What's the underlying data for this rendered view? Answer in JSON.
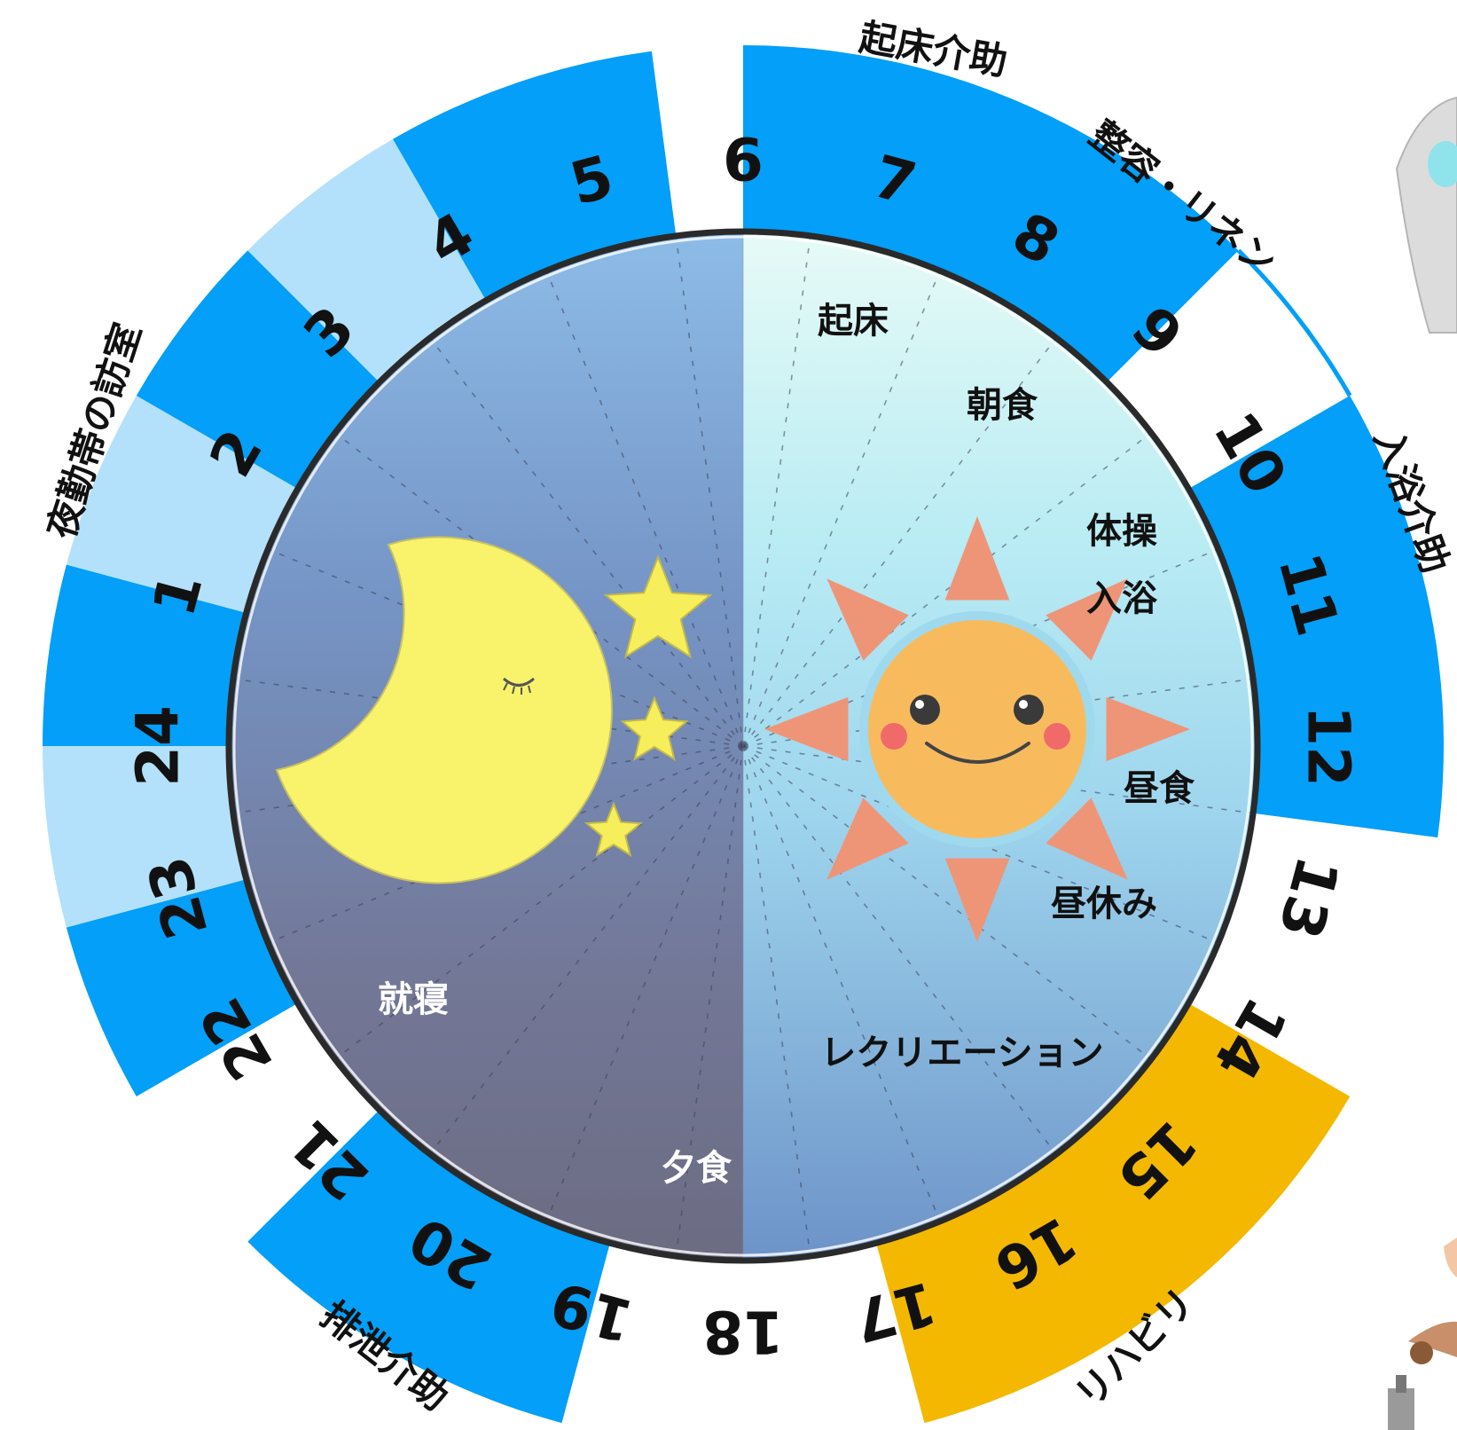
{
  "colors": {
    "ring_blue": "#039ff8",
    "ring_light": "#b3e1fb",
    "ring_orange": "#f4b800",
    "ring_white": "#ffffff",
    "night_top": "#8ebde9",
    "night_bottom": "#6b6b82",
    "day_top": "#e7fbf6",
    "day_mid": "#a9e2f0",
    "day_bottom": "#6b95c9",
    "moon": "#f9f36b",
    "star": "#f7ee5c",
    "sun_face": "#f7bb5e",
    "sun_ray": "#ee9577"
  },
  "hours": [
    "6",
    "7",
    "8",
    "9",
    "10",
    "11",
    "12",
    "13",
    "14",
    "15",
    "16",
    "17",
    "18",
    "19",
    "20",
    "21",
    "22",
    "23",
    "24",
    "1",
    "2",
    "3",
    "4",
    "5"
  ],
  "ring_segments": [
    {
      "from": 6,
      "to": 9,
      "color": "blue"
    },
    {
      "from": 9,
      "to": 10,
      "color": "white"
    },
    {
      "from": 10,
      "to": 12.5,
      "color": "blue"
    },
    {
      "from": 14,
      "to": 17,
      "color": "orange"
    },
    {
      "from": 19,
      "to": 21,
      "color": "blue"
    },
    {
      "from": 22,
      "to": 23,
      "color": "blue"
    },
    {
      "from": 23,
      "to": 24,
      "color": "light"
    },
    {
      "from": 24,
      "to": 1,
      "color": "blue"
    },
    {
      "from": 1,
      "to": 2,
      "color": "light"
    },
    {
      "from": 2,
      "to": 3,
      "color": "blue"
    },
    {
      "from": 3,
      "to": 4,
      "color": "light"
    },
    {
      "from": 4,
      "to": 5.5,
      "color": "blue"
    }
  ],
  "segment_labels": {
    "wake_assist": "起床介助",
    "grooming": "整容・リネン",
    "bath_assist": "入浴介助",
    "rehab": "リハビリ",
    "toilet_assist": "排泄介助",
    "night_rounds": "夜勤帯の訪室"
  },
  "activities": {
    "wake": "起床",
    "breakfast": "朝食",
    "exercise": "体操",
    "bath": "入浴",
    "lunch": "昼食",
    "lunch_break": "昼休み",
    "recreation": "レクリエーション",
    "dinner": "夕食",
    "sleep": "就寝"
  },
  "icons": [
    "moon-icon",
    "star-icon",
    "sun-icon"
  ]
}
